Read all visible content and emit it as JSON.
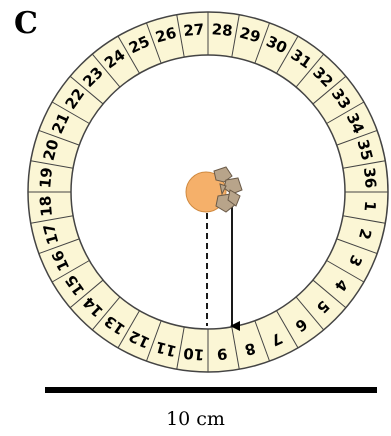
{
  "panel_label": "C",
  "scale": {
    "label": "10 cm"
  },
  "ring": {
    "fill_color": "#fbf6d5",
    "stroke_color": "#444444",
    "segment_count": 36,
    "numbers": [
      "1",
      "2",
      "3",
      "4",
      "5",
      "6",
      "7",
      "8",
      "9",
      "10",
      "11",
      "12",
      "13",
      "14",
      "15",
      "16",
      "17",
      "18",
      "19",
      "20",
      "21",
      "22",
      "23",
      "24",
      "25",
      "26",
      "27",
      "28",
      "29",
      "30",
      "31",
      "32",
      "33",
      "34",
      "35",
      "36"
    ]
  },
  "center_object": {
    "fill_color": "#f5b06a",
    "debris_color": "#b8a48a"
  },
  "marker_lines": {
    "dashed_target": "9",
    "solid_target": "8"
  }
}
